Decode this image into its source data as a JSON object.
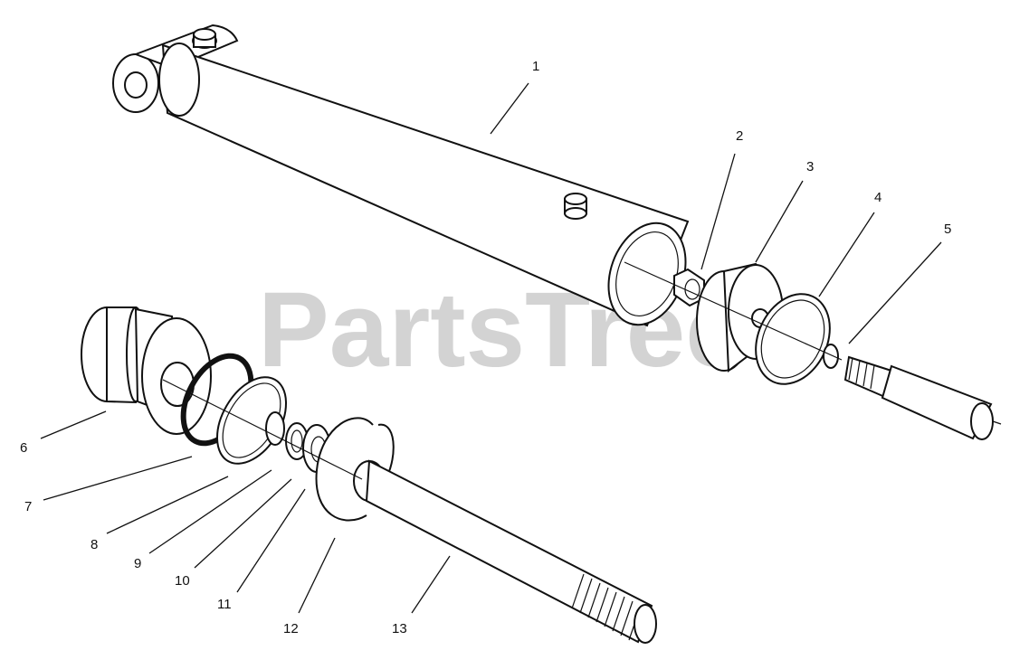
{
  "watermark": "PartsTree",
  "callouts": [
    "1",
    "2",
    "3",
    "4",
    "5",
    "6",
    "7",
    "8",
    "9",
    "10",
    "11",
    "12",
    "13"
  ]
}
